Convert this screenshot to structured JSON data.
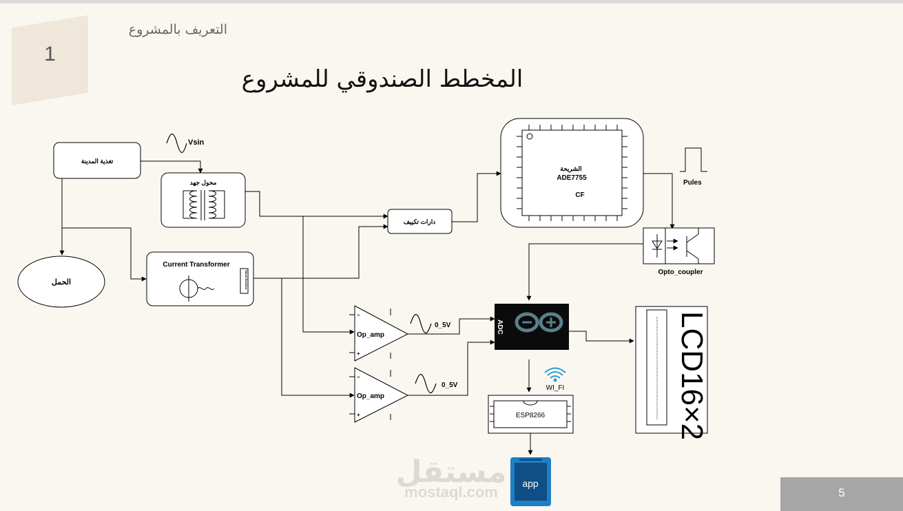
{
  "slide": {
    "section_number": "1",
    "section_title": "التعريف بالمشروع",
    "title": "المخطط الصندوقي للمشروع",
    "page_number": "5"
  },
  "diagram": {
    "city_supply": "تغذية المدينة",
    "vsin": "Vsin",
    "transformer": "محول جهد",
    "load": "الحمل",
    "current_transformer": "Current Transformer",
    "shunt": "Shunt Resistor",
    "conditioning": "دارات تكييف",
    "chip_name": "الشريحة",
    "chip_model": "ADE7755",
    "chip_pin": "CF",
    "pules": "Pules",
    "opto": "Opto_coupler",
    "opamp_1": "Op_amp",
    "opamp_2": "Op_amp",
    "range_1": "0_5V",
    "range_2": "0_5V",
    "adc": "ADC",
    "wifi": "WI_FI",
    "esp": "ESP8266",
    "lcd": "LCD16×2",
    "app": "app",
    "minus": "−",
    "plus": "+"
  },
  "watermark": {
    "arabic": "مستقل",
    "latin": "mostaql.com"
  },
  "colors": {
    "arduino_bg": "#0b0b0b",
    "arduino_logo": "#5b7f8c",
    "phone": "#1f7fc4",
    "wifi": "#2b9bd6",
    "pagebox": "#a6a6a6"
  }
}
